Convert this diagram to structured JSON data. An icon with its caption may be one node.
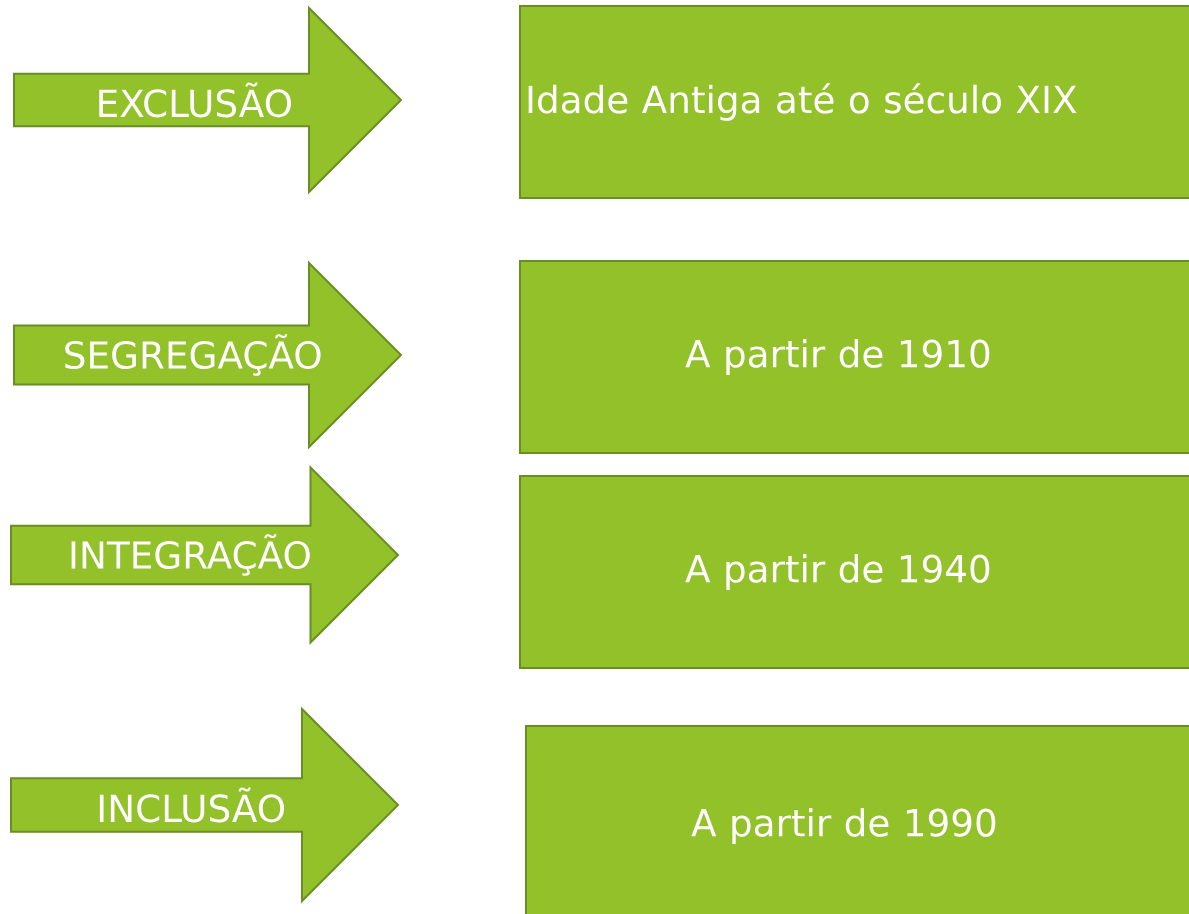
{
  "diagram": {
    "nodes": [
      {
        "text": [
          "EXCLUSÃO"
        ]
      },
      {
        "text": [
          "Idade Antiga até o século XIX"
        ]
      },
      {
        "text": [
          "SEGREGAÇÃO"
        ]
      },
      {
        "text": [
          "A partir de 1910"
        ]
      },
      {
        "text": [
          "INTEGRAÇÃO"
        ]
      },
      {
        "text": [
          "A partir de 1940"
        ]
      },
      {
        "text": [
          "INCLUSÃO"
        ]
      },
      {
        "text": [
          "A partir de 1990"
        ]
      }
    ]
  }
}
